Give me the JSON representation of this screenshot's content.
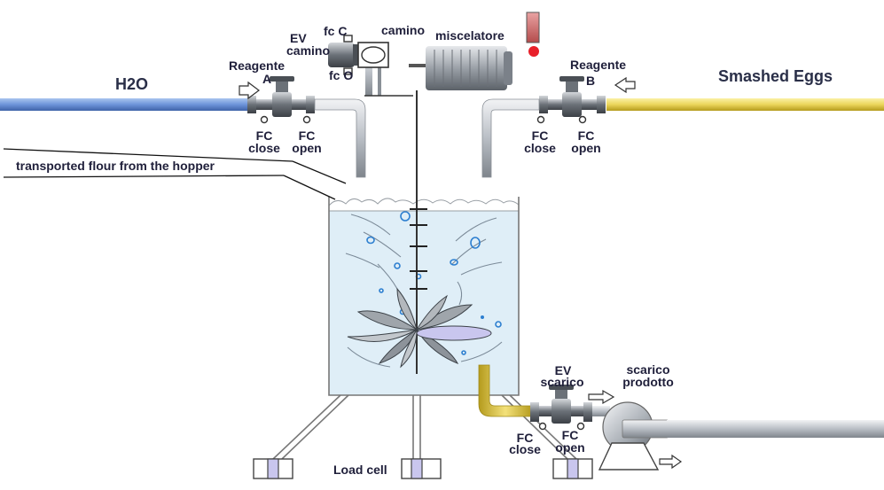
{
  "labels": {
    "h2o": "H2O",
    "smashed_eggs": "Smashed Eggs",
    "reagente_a_1": "Reagente",
    "reagente_a_2": "A",
    "reagente_b_1": "Reagente",
    "reagente_b_2": "B",
    "fc_close_a_1": "FC",
    "fc_close_a_2": "close",
    "fc_open_a_1": "FC",
    "fc_open_a_2": "open",
    "fc_close_b_1": "FC",
    "fc_close_b_2": "close",
    "fc_open_b_1": "FC",
    "fc_open_b_2": "open",
    "ev_camino_1": "EV",
    "ev_camino_2": "camino",
    "fc_c": "fc C",
    "fc_o": "fc O",
    "camino": "camino",
    "miscelatore": "miscelatore",
    "transported_flour": "transported flour from the hopper",
    "ev_scarico_1": "EV",
    "ev_scarico_2": "scarico",
    "scarico_prodotto_1": "scarico",
    "scarico_prodotto_2": "prodotto",
    "fc_close_s_1": "FC",
    "fc_close_s_2": "close",
    "fc_open_s_1": "FC",
    "fc_open_s_2": "open",
    "load_cell": "Load cell"
  },
  "colors": {
    "water_line": "#6d93d9",
    "eggs_line": "#ebd55a",
    "tank_fill": "#dfeef7",
    "tank_stroke": "#777777",
    "pipe_grey": "#c9ced4",
    "valve_dark": "#4a4f55",
    "red_indicator": "#e8202a"
  }
}
